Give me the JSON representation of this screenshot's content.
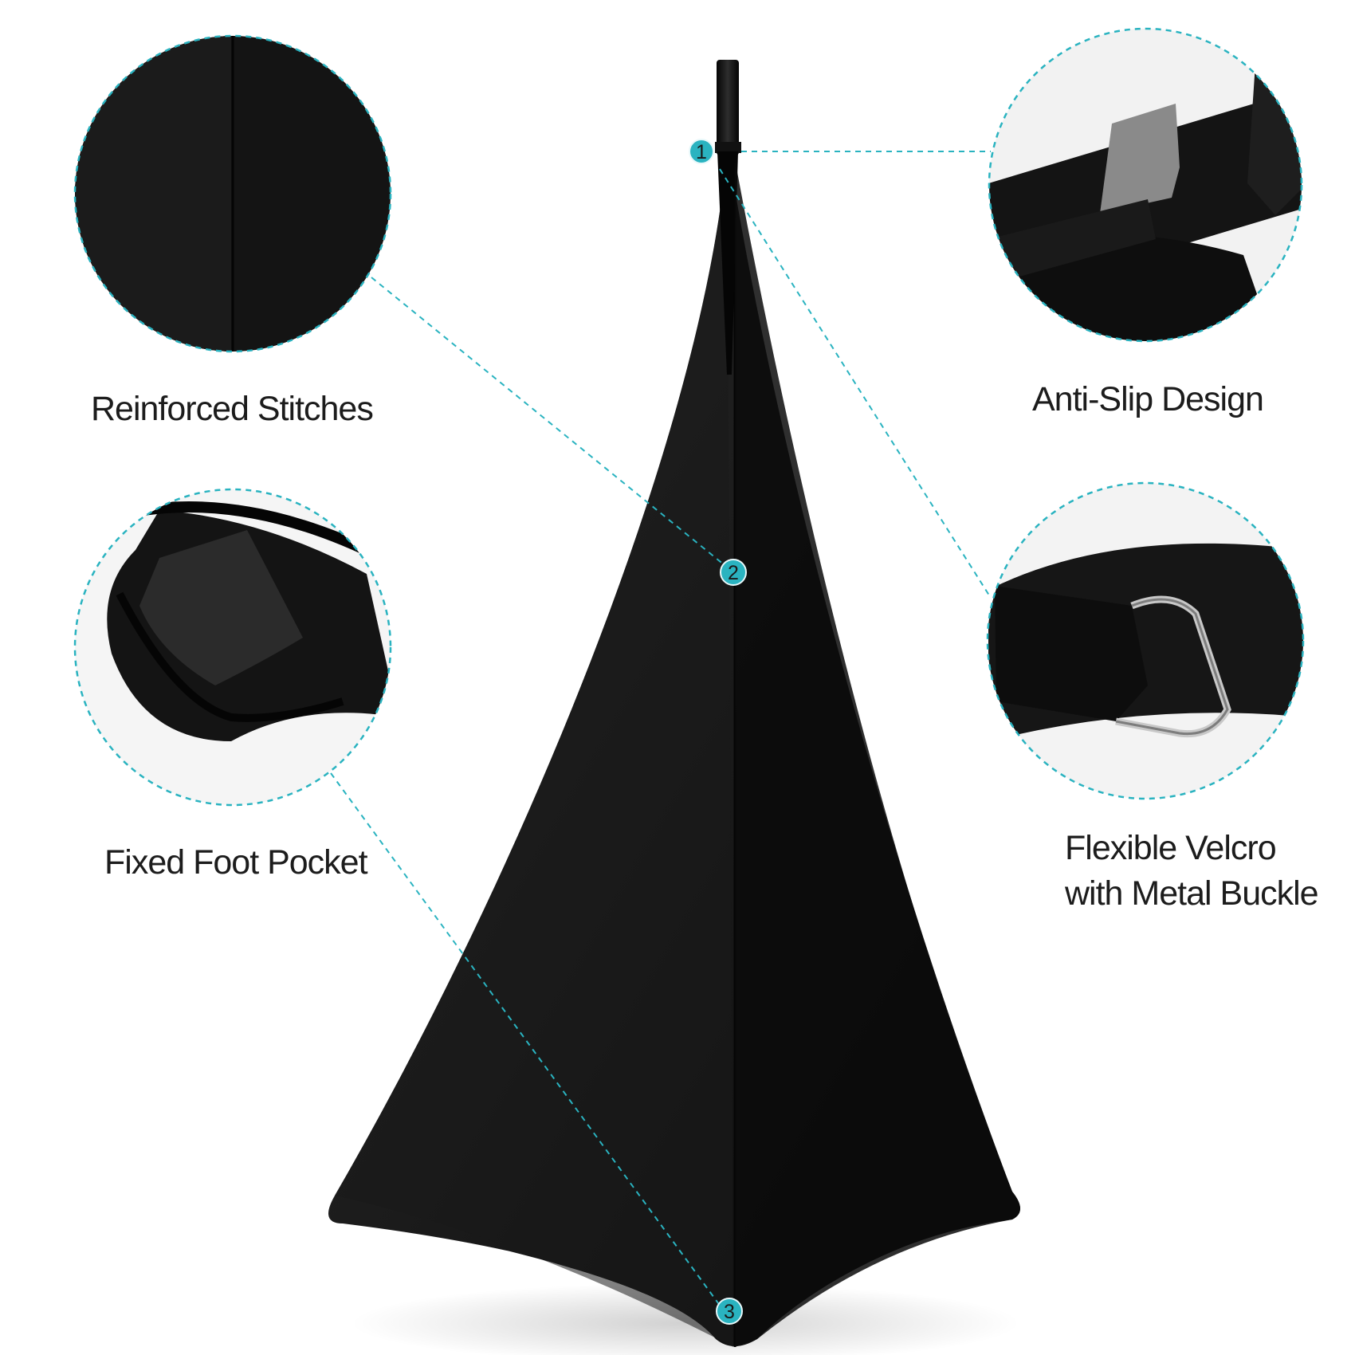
{
  "accent_color": "#2ab3c0",
  "callouts": [
    {
      "number": "1",
      "title": "Anti-Slip Design",
      "icon": "velcro-strap-closeup"
    },
    {
      "number": "2",
      "title": "Reinforced Stitches",
      "icon": "stitch-seam-closeup"
    },
    {
      "number": "3",
      "title": "Fixed Foot Pocket",
      "icon": "foot-pocket-closeup"
    }
  ],
  "velcro_label": {
    "line1": "Flexible Velcro",
    "line2": "with Metal Buckle",
    "icon": "velcro-buckle-closeup"
  }
}
